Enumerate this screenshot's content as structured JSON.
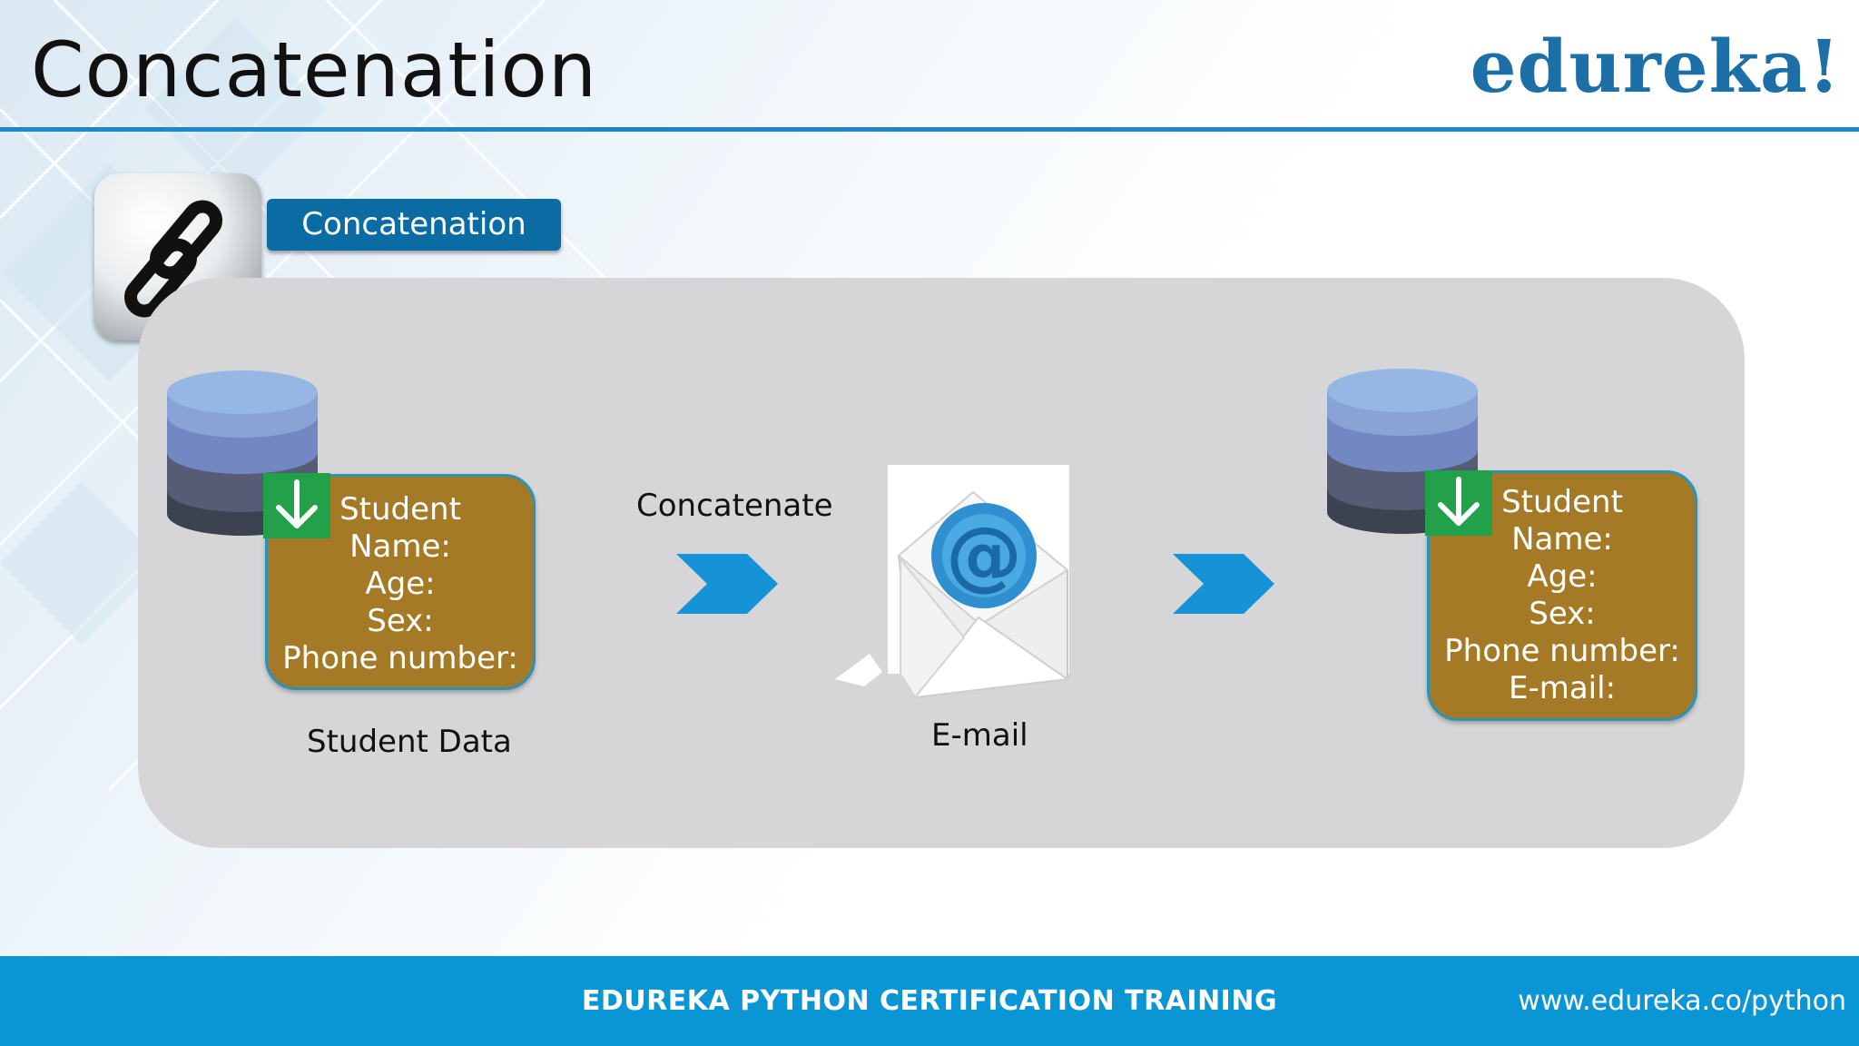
{
  "header": {
    "title": "Concatenation",
    "logo": "edureka!"
  },
  "badge": {
    "icon": "chain-link-icon",
    "label": "Concatenation"
  },
  "diagram": {
    "left_card": {
      "lines": [
        "Student",
        "Name:",
        "Age:",
        "Sex:",
        "Phone number:"
      ],
      "caption": "Student Data"
    },
    "step_label": "Concatenate",
    "middle": {
      "icon": "email-envelope-icon",
      "caption": "E-mail"
    },
    "right_card": {
      "lines": [
        "Student",
        "Name:",
        "Age:",
        "Sex:",
        "Phone number:",
        "E-mail:"
      ]
    }
  },
  "footer": {
    "title": "EDUREKA PYTHON CERTIFICATION TRAINING",
    "url": "www.edureka.co/python"
  },
  "colors": {
    "accent_blue": "#0a96d4",
    "card_brown": "#a47a27",
    "download_green": "#22a04a",
    "panel_gray": "#d6d5d8"
  }
}
